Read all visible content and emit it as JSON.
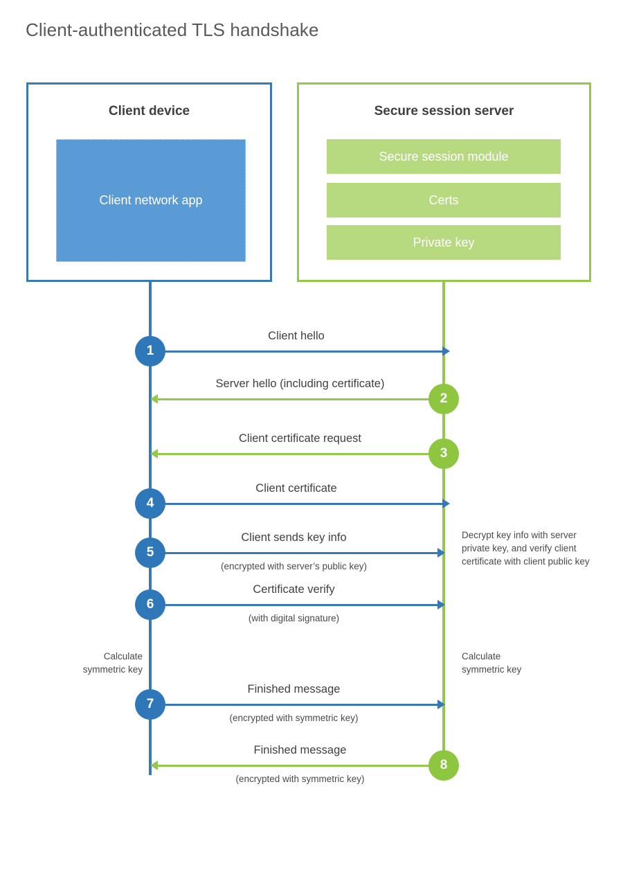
{
  "title": "Client-authenticated TLS handshake",
  "colors": {
    "client_accent": "#3878B5",
    "client_app_fill": "#5B9BD5",
    "client_circle": "#2E78BA",
    "server_accent": "#93C84B",
    "server_bar_fill": "#B7D980",
    "server_circle": "#8EC63F",
    "text": "#404040",
    "title_text": "#595959",
    "background": "#ffffff"
  },
  "parties": {
    "client": {
      "title": "Client device",
      "components": [
        {
          "label": "Client network app"
        }
      ]
    },
    "server": {
      "title": "Secure session server",
      "components": [
        {
          "label": "Secure session module"
        },
        {
          "label": "Certs"
        },
        {
          "label": "Private key"
        }
      ]
    }
  },
  "messages": [
    {
      "step": "1",
      "direction": "client-to-server",
      "label": "Client hello",
      "sublabel": ""
    },
    {
      "step": "2",
      "direction": "server-to-client",
      "label": "Server hello (including certificate)",
      "sublabel": ""
    },
    {
      "step": "3",
      "direction": "server-to-client",
      "label": "Client certificate request",
      "sublabel": ""
    },
    {
      "step": "4",
      "direction": "client-to-server",
      "label": "Client certificate",
      "sublabel": ""
    },
    {
      "step": "5",
      "direction": "client-to-server",
      "label": "Client sends key info",
      "sublabel": "(encrypted with server’s public key)"
    },
    {
      "step": "6",
      "direction": "client-to-server",
      "label": "Certificate verify",
      "sublabel": "(with digital signature)"
    },
    {
      "step": "7",
      "direction": "client-to-server",
      "label": "Finished message",
      "sublabel": "(encrypted with symmetric key)"
    },
    {
      "step": "8",
      "direction": "server-to-client",
      "label": "Finished message",
      "sublabel": "(encrypted with symmetric key)"
    }
  ],
  "annotations": {
    "server_decrypt": "Decrypt key info with server private key, and verify client certificate with client public key",
    "server_calculate": "Calculate\nsymmetric key",
    "client_calculate": "Calculate\nsymmetric key"
  }
}
